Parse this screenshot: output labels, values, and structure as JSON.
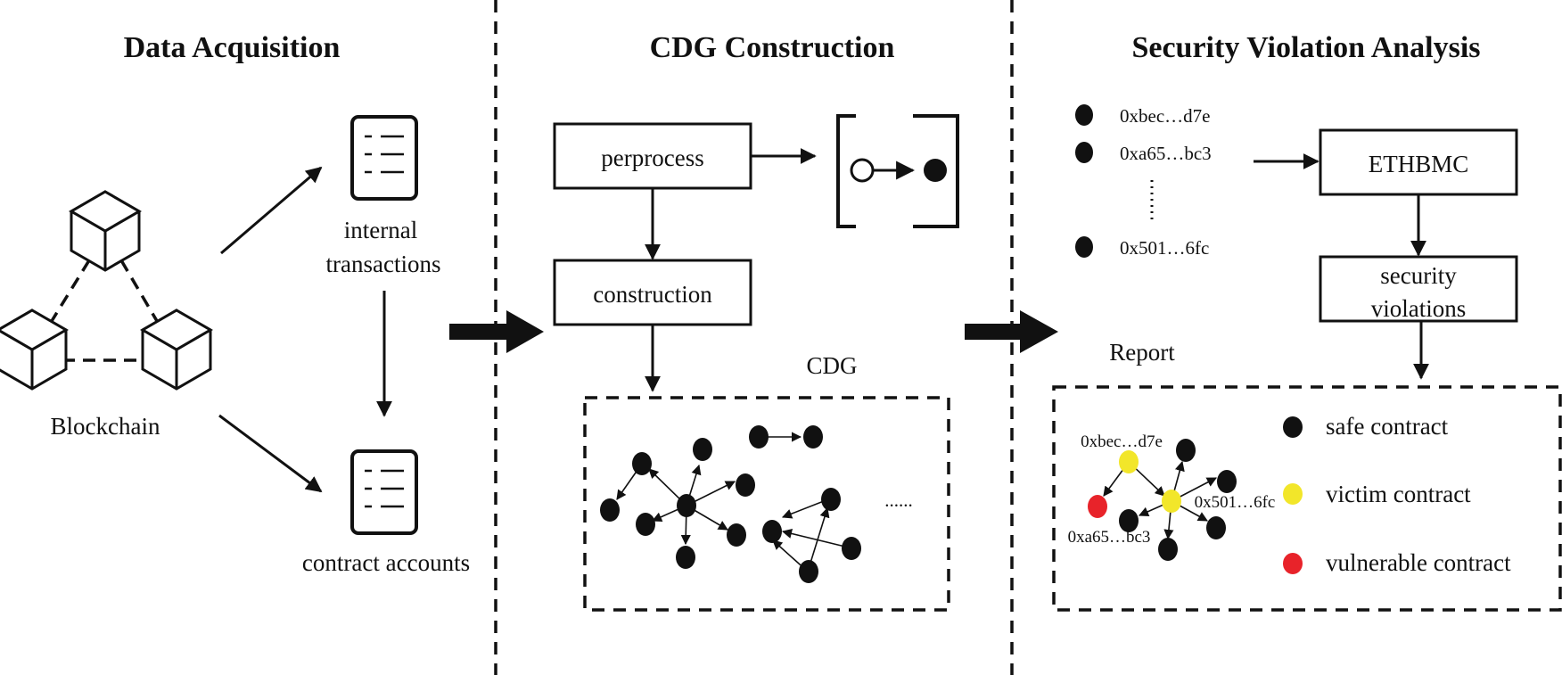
{
  "sections": {
    "acquisition": "Data Acquisition",
    "construction": "CDG Construction",
    "analysis": "Security Violation Analysis"
  },
  "acquisition": {
    "blockchain": "Blockchain",
    "internal_line1": "internal",
    "internal_line2": "transactions",
    "contract_accounts": "contract accounts"
  },
  "construction": {
    "preprocess": "perprocess",
    "construction": "construction",
    "cdg_label": "CDG",
    "ellipsis": "......"
  },
  "analysis": {
    "addresses": [
      "0xbec…d7e",
      "0xa65…bc3",
      "0x501…6fc"
    ],
    "ethbmc": "ETHBMC",
    "violations_line1": "security",
    "violations_line2": "violations",
    "report": "Report",
    "report_graph_labels": {
      "top": "0xbec…d7e",
      "bottom": "0xa65…bc3",
      "right": "0x501…6fc"
    },
    "legend": [
      {
        "label": "safe contract",
        "color": "#111111"
      },
      {
        "label": "victim contract",
        "color": "#f2e62a"
      },
      {
        "label": "vulnerable contract",
        "color": "#e8232a"
      }
    ]
  },
  "colors": {
    "safe": "#111111",
    "victim": "#f2e62a",
    "vulnerable": "#e8232a"
  }
}
